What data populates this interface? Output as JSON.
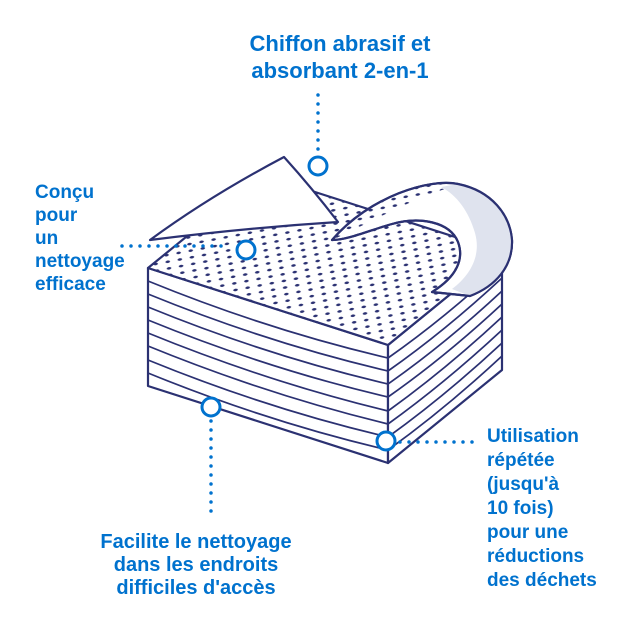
{
  "colors": {
    "accent": "#0072ce",
    "outline": "#2b3172",
    "curl_inner": "#dfe3ee",
    "background": "#ffffff"
  },
  "callouts": {
    "top": {
      "lines": [
        "Chiffon abrasif et",
        "absorbant 2-en-1"
      ]
    },
    "left": {
      "lines": [
        "Conçu",
        "pour",
        "un",
        "nettoyage",
        "efficace"
      ]
    },
    "bottom": {
      "lines": [
        "Facilite le nettoyage",
        "dans les endroits",
        "difficiles d'accès"
      ]
    },
    "right": {
      "lines": [
        "Utilisation",
        "répétée",
        "(jusqu'à",
        "10 fois)",
        "pour une",
        "réductions",
        "des déchets"
      ]
    }
  },
  "illustration": {
    "icon": "stacked-cleaning-cloths-with-peeled-top-cloth"
  }
}
